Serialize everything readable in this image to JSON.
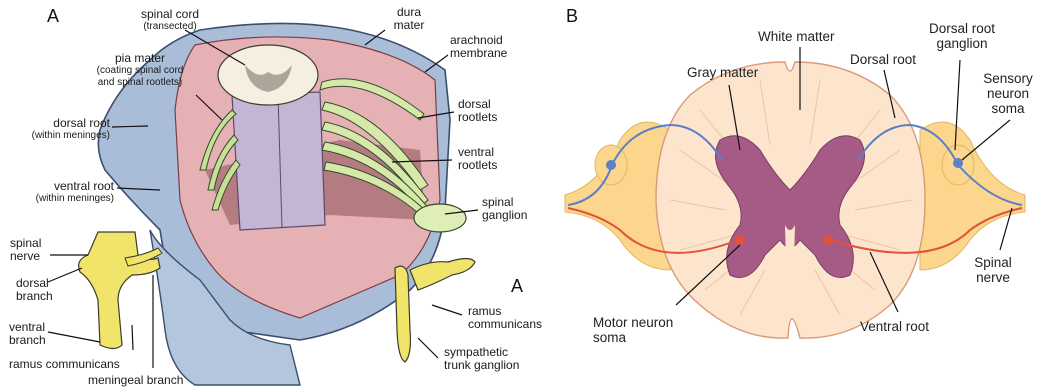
{
  "panel_a": {
    "letter": "A",
    "corner_letter": "A",
    "labels": {
      "spinal_cord": "spinal cord",
      "spinal_cord_sub": "(transected)",
      "dura": "dura",
      "dura2": "mater",
      "arachnoid": "arachnoid",
      "arachnoid2": "membrane",
      "pia": "pia mater",
      "pia_sub1": "(coating spinal cord",
      "pia_sub2": "and spinal rootlets)",
      "dorsal_root": "dorsal root",
      "dorsal_root_sub": "(within meninges)",
      "ventral_root": "ventral root",
      "ventral_root_sub": "(within meninges)",
      "spinal_nerve1": "spinal",
      "spinal_nerve2": "nerve",
      "dorsal_branch1": "dorsal",
      "dorsal_branch2": "branch",
      "ventral_branch1": "ventral",
      "ventral_branch2": "branch",
      "ramus_communicans_left": "ramus communicans",
      "meningeal_branch": "meningeal branch",
      "dorsal_rootlets1": "dorsal",
      "dorsal_rootlets2": "rootlets",
      "ventral_rootlets1": "ventral",
      "ventral_rootlets2": "rootlets",
      "spinal_ganglion1": "spinal",
      "spinal_ganglion2": "ganglion",
      "ramus_communicans_right1": "ramus",
      "ramus_communicans_right2": "communicans",
      "sympathetic1": "sympathetic",
      "sympathetic2": "trunk ganglion"
    }
  },
  "panel_b": {
    "letter": "B",
    "labels": {
      "white_matter": "White matter",
      "gray_matter": "Gray matter",
      "dorsal_root": "Dorsal root",
      "drg1": "Dorsal root",
      "drg2": "ganglion",
      "sensory1": "Sensory",
      "sensory2": "neuron",
      "sensory3": "soma",
      "spinal_nerve1": "Spinal",
      "spinal_nerve2": "nerve",
      "ventral_root": "Ventral root",
      "motor1": "Motor neuron",
      "motor2": "soma"
    }
  },
  "colors": {
    "dura": "#9bb2cf",
    "pia": "#e8b4b4",
    "white_matter": "#fbe6cf",
    "gray_matter": "#a45a86",
    "nerve_yellow": "#f2e86a",
    "rootlet_green": "#d8eab0",
    "root_sheath": "#fbd78a",
    "sensory_axon": "#5a7fc7",
    "motor_axon": "#e0523a"
  }
}
